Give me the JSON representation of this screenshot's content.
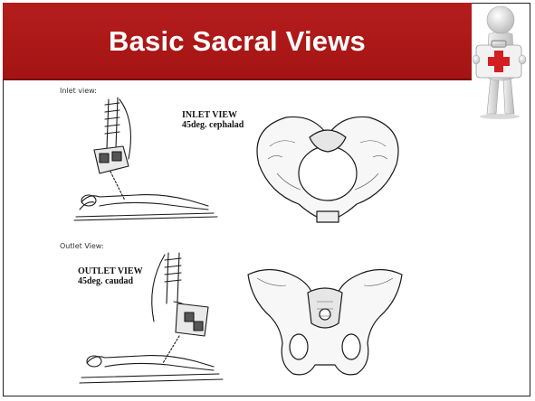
{
  "slide": {
    "title": "Basic Sacral Views",
    "inlet_caption": "Inlet view:",
    "inlet_label_1": "INLET VIEW",
    "inlet_label_2": "45deg. cephalad",
    "outlet_caption": "Outlet View:",
    "outlet_label_1": "OUTLET VIEW",
    "outlet_label_2": "45deg. caudad"
  },
  "icons": {
    "mascot": "figure-holding-first-aid-kit-icon"
  },
  "colors": {
    "title_bar": "#b51d1d",
    "title_text": "#ffffff",
    "first_aid_cross": "#d21f1f"
  }
}
